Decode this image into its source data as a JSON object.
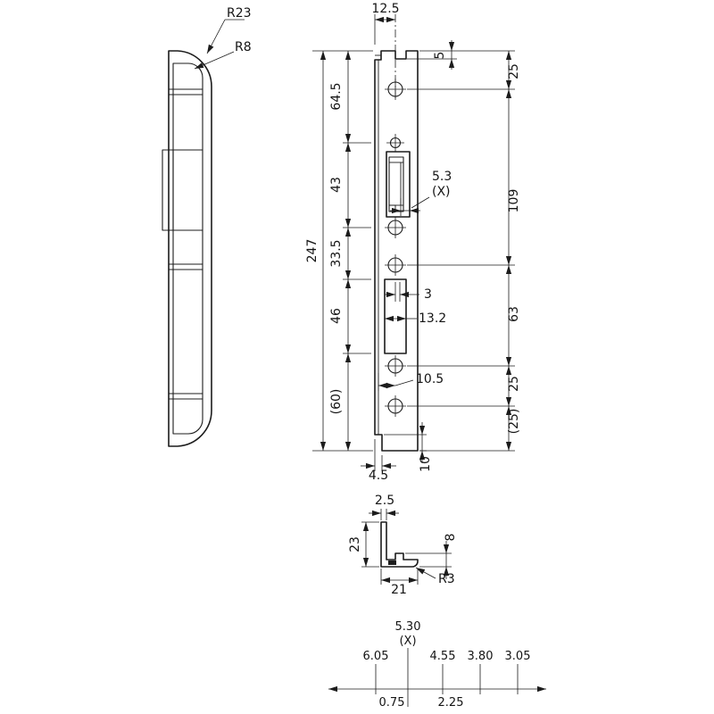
{
  "drawing": {
    "side_view": {
      "r23": "R23",
      "r8": "R8"
    },
    "front_view": {
      "top_width": "12.5",
      "top_step": "5",
      "left_chain": [
        "64.5",
        "43",
        "33.5",
        "46",
        "(60)"
      ],
      "total_height": "247",
      "right_chain": [
        "25",
        "109",
        "63",
        "25",
        "(25)"
      ],
      "adjust_gap": "5.3",
      "adjust_ref": "(X)",
      "bolt_offset": "3",
      "bolt_width": "13.2",
      "hole_offset": "10.5",
      "bottom_step_width": "4.5",
      "bottom_step_height": "10"
    },
    "section_view": {
      "thickness": "2.5",
      "height": "23",
      "lip_height": "8",
      "width": "21",
      "corner_radius": "R3"
    },
    "scale": {
      "center": "5.30",
      "center_ref": "(X)",
      "ticks": [
        "6.05",
        "4.55",
        "3.80",
        "3.05"
      ],
      "step": "0.75",
      "span": "2.25"
    },
    "colors": {
      "line": "#1c1c1c",
      "background": "#ffffff"
    }
  }
}
